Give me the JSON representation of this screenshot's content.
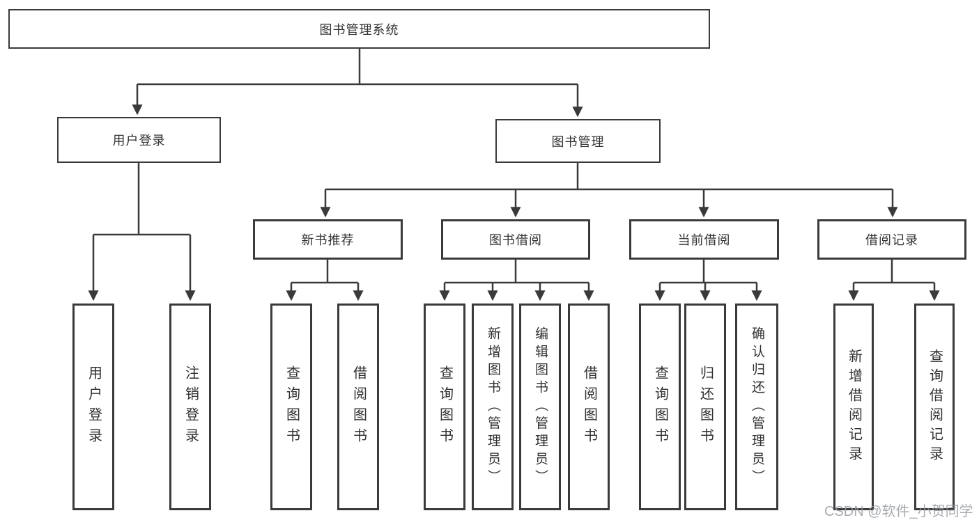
{
  "diagram": {
    "type": "tree",
    "root": {
      "label": "图书管理系统",
      "children": [
        {
          "label": "用户登录",
          "children": [
            {
              "label": "用户登录"
            },
            {
              "label": "注销登录"
            }
          ]
        },
        {
          "label": "图书管理",
          "children": [
            {
              "label": "新书推荐",
              "children": [
                {
                  "label": "查询图书"
                },
                {
                  "label": "借阅图书"
                }
              ]
            },
            {
              "label": "图书借阅",
              "children": [
                {
                  "label": "查询图书"
                },
                {
                  "label": "新增图书（管理员）"
                },
                {
                  "label": "编辑图书（管理员）"
                },
                {
                  "label": "借阅图书"
                }
              ]
            },
            {
              "label": "当前借阅",
              "children": [
                {
                  "label": "查询图书"
                },
                {
                  "label": "归还图书"
                },
                {
                  "label": "确认归还（管理员）"
                }
              ]
            },
            {
              "label": "借阅记录",
              "children": [
                {
                  "label": "新增借阅记录"
                },
                {
                  "label": "查询借阅记录"
                }
              ]
            }
          ]
        }
      ]
    },
    "line_color": "#3a3a3a"
  },
  "watermark": {
    "text": "CSDN @软件_小贺同学"
  }
}
